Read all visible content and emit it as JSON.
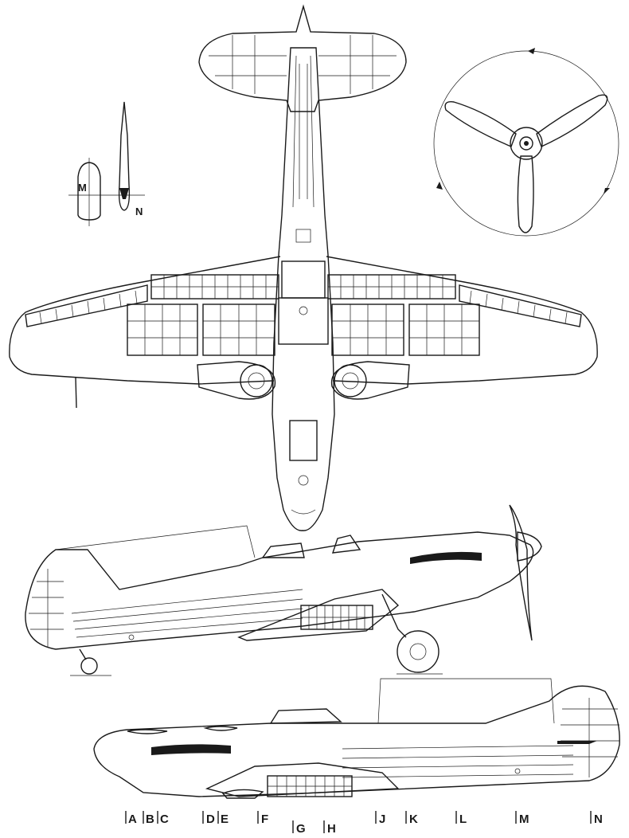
{
  "detail": {
    "section_label_m": "M",
    "section_label_n": "N"
  },
  "station_labels": [
    "A",
    "B",
    "C",
    "D",
    "E",
    "F",
    "G",
    "H",
    "J",
    "K",
    "L",
    "M",
    "N"
  ],
  "colors": {
    "ink": "#1a1a1a",
    "paper": "#ffffff"
  }
}
